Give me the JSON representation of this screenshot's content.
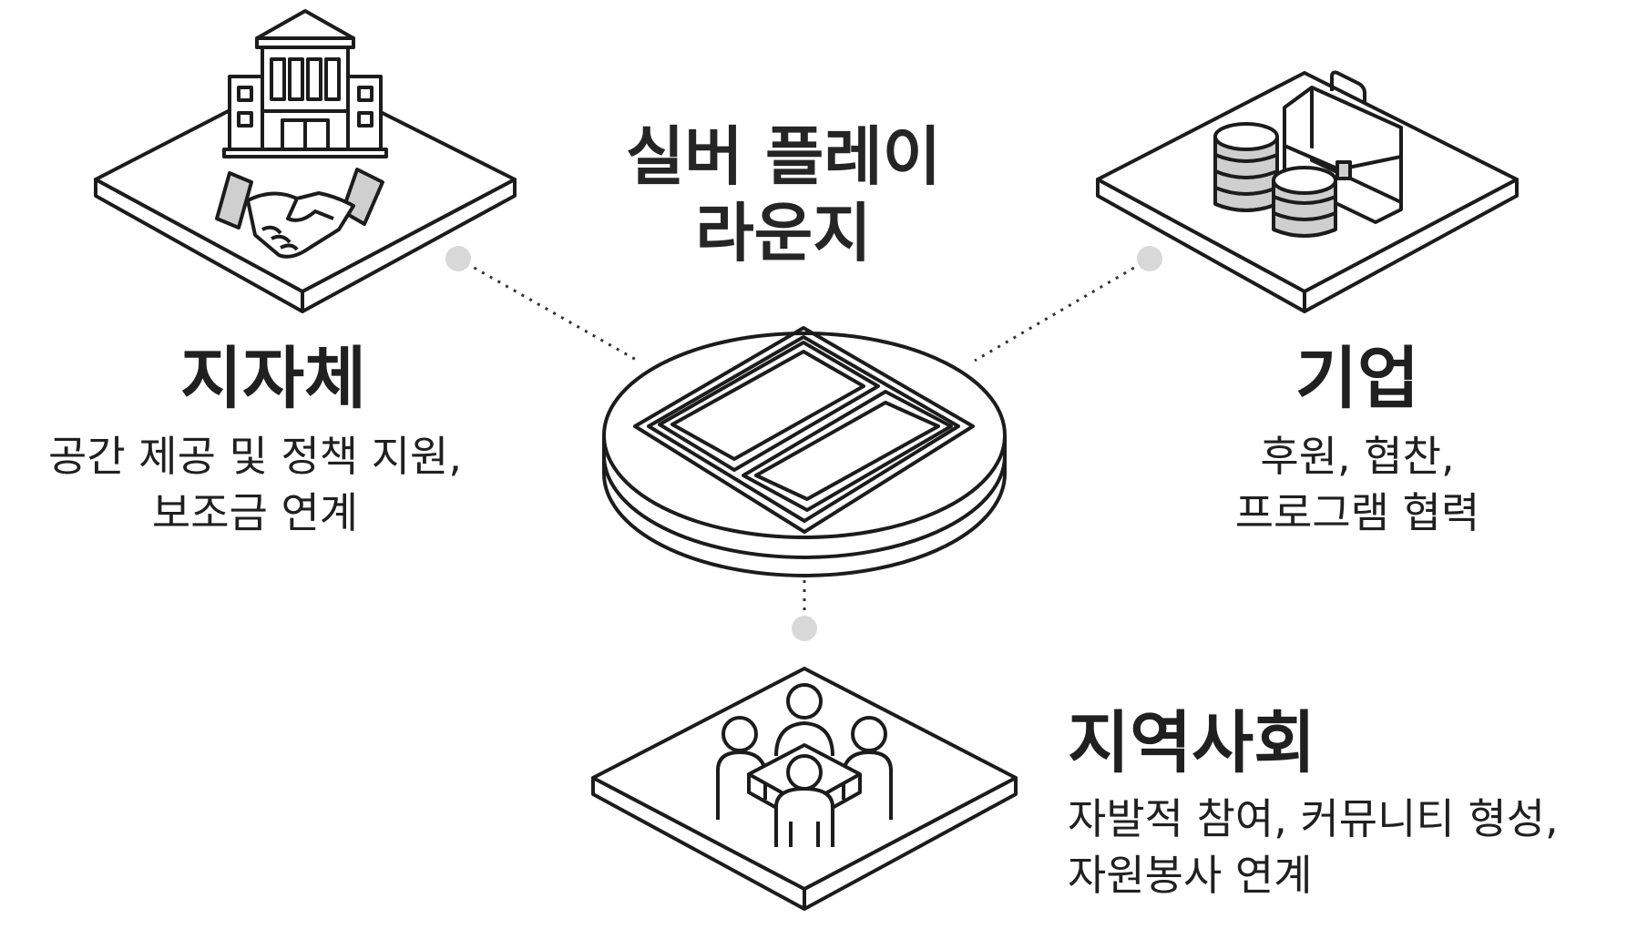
{
  "center": {
    "title_line1": "실버 플레이",
    "title_line2": "라운지"
  },
  "government": {
    "title": "지자체",
    "desc_line1": "공간 제공 및 정책 지원,",
    "desc_line2": "보조금 연계",
    "icon": "government-building-handshake-icon"
  },
  "corporate": {
    "title": "기업",
    "desc_line1": "후원, 협찬,",
    "desc_line2": "프로그램 협력",
    "icon": "coins-briefcase-icon"
  },
  "community": {
    "title": "지역사회",
    "desc_line1": "자발적 참여, 커뮤니티 형성,",
    "desc_line2": "자원봉사 연계",
    "icon": "community-people-table-icon"
  },
  "colors": {
    "line": "#1c1c1c",
    "connector_dot": "#d8d8d8",
    "connector_line": "#333333",
    "icon_fill_gray": "#cfcfcf"
  }
}
